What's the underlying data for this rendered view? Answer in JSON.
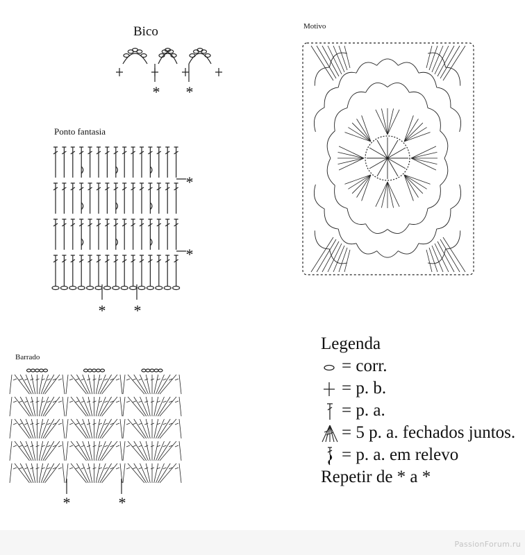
{
  "sections": {
    "bico": "Bico",
    "ponto_fantasia": "Ponto fantasia",
    "motivo": "Motivo",
    "barrado": "Barrado"
  },
  "legend": {
    "title": "Legenda",
    "items": [
      {
        "icon": "chain-oval-icon",
        "text": "= corr."
      },
      {
        "icon": "cross-icon",
        "text": "= p. b."
      },
      {
        "icon": "double-crochet-icon",
        "text": "= p. a."
      },
      {
        "icon": "cluster-5-icon",
        "text": "= 5 p. a. fechados juntos."
      },
      {
        "icon": "post-stitch-icon",
        "text": "= p. a. em relevo"
      }
    ],
    "repeat": "Repetir de * a *"
  },
  "watermark": "PassionForum.ru"
}
